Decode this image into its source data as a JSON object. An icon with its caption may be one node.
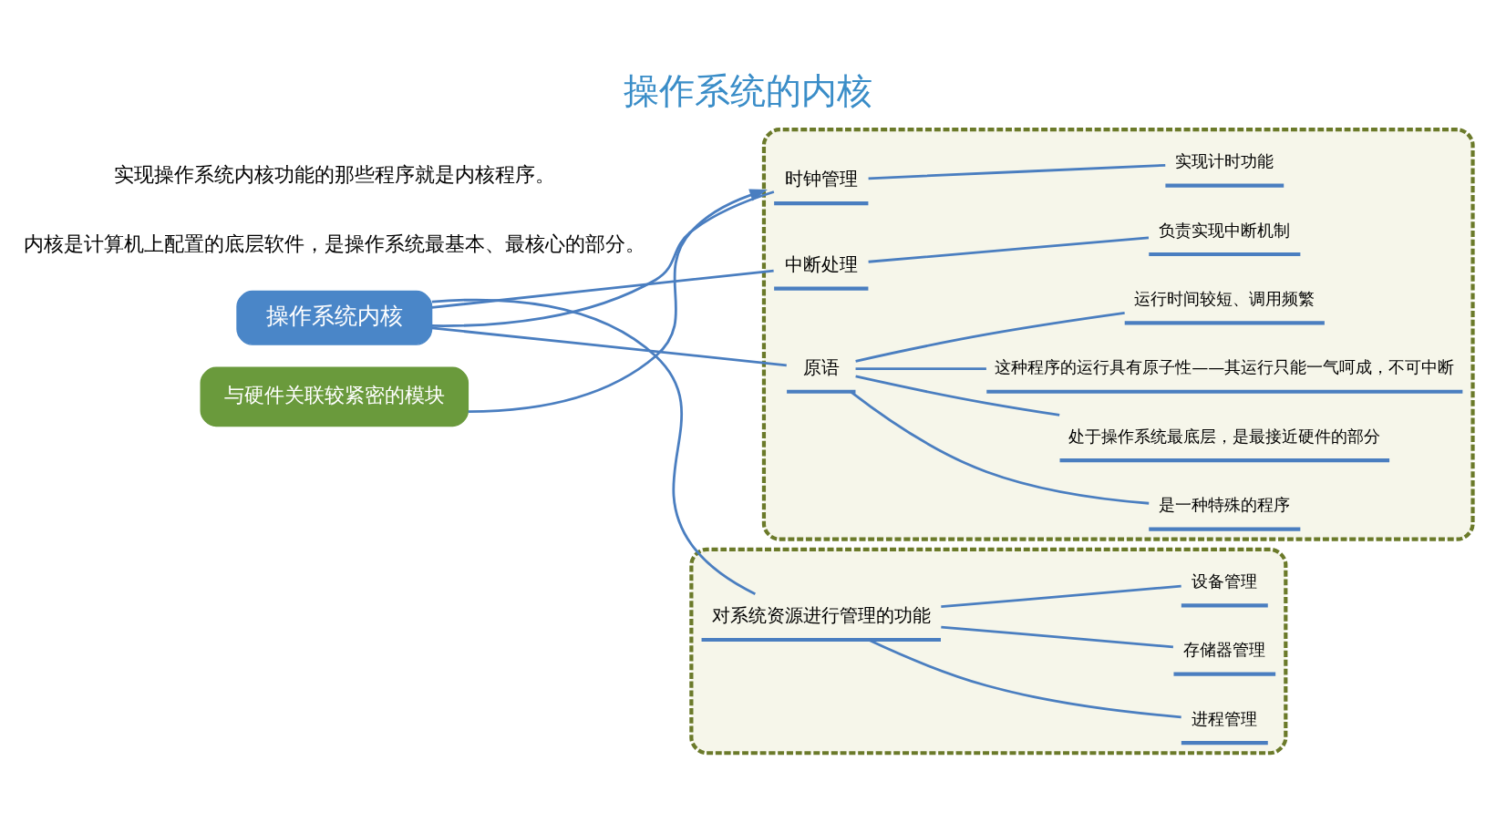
{
  "diagram": {
    "title": "操作系统的内核",
    "nodes": [
      {
        "text": [
          "操作系统内核"
        ]
      },
      {
        "text": [],
        "shape": "box"
      },
      {
        "text": [
          "时钟管理"
        ],
        "in": 1
      },
      {
        "text": [
          "实现计时功能"
        ],
        "in": 1
      },
      {
        "text": [
          "中断处理"
        ],
        "in": 1
      },
      {
        "text": [
          "负责实现中断机制"
        ],
        "in": 1
      },
      {
        "text": [
          "原语"
        ],
        "in": 1
      },
      {
        "text": [
          "是一种特殊的程序"
        ],
        "in": 1
      },
      {
        "text": [
          "处于操作系统最底层，是最接近硬件的部分"
        ],
        "in": 1
      },
      {
        "text": [
          "这种程序的运行具有原子性——其运行只能一气呵成，不可中断"
        ],
        "in": 1
      },
      {
        "text": [
          "运行时间较短、调用频繁"
        ],
        "in": 1
      },
      {
        "text": [],
        "shape": "box"
      },
      {
        "text": [
          "对系统资源进行管理的功能"
        ],
        "in": 11
      },
      {
        "text": [
          "进程管理"
        ],
        "in": 11
      },
      {
        "text": [
          "存储器管理"
        ],
        "in": 11
      },
      {
        "text": [
          "设备管理"
        ],
        "in": 11
      },
      {
        "text": [
          "与硬件关联较紧密的模块"
        ]
      }
    ],
    "edges": [
      {
        "from": 0,
        "to": 2,
        "arrow": "none"
      },
      {
        "from": 2,
        "to": 3,
        "arrow": "none"
      },
      {
        "from": 0,
        "to": 4,
        "arrow": "none"
      },
      {
        "from": 4,
        "to": 5,
        "arrow": "none"
      },
      {
        "from": 0,
        "to": 6,
        "arrow": "none"
      },
      {
        "from": 6,
        "to": 7,
        "arrow": "none"
      },
      {
        "from": 6,
        "to": 8,
        "arrow": "none"
      },
      {
        "from": 6,
        "to": 9,
        "arrow": "none"
      },
      {
        "from": 6,
        "to": 10,
        "arrow": "none"
      },
      {
        "from": 0,
        "to": 12,
        "arrow": "none"
      },
      {
        "from": 12,
        "to": 13,
        "arrow": "none"
      },
      {
        "from": 12,
        "to": 14,
        "arrow": "none"
      },
      {
        "from": 12,
        "to": 15,
        "arrow": "none"
      },
      {
        "from": 16,
        "to": 1,
        "arrow": "to"
      }
    ],
    "labels": [
      "内核是计算机上配置的底层软件，是操作系统最基本、最核心的部分。",
      "实现操作系统内核功能的那些程序就是内核程序。"
    ]
  }
}
